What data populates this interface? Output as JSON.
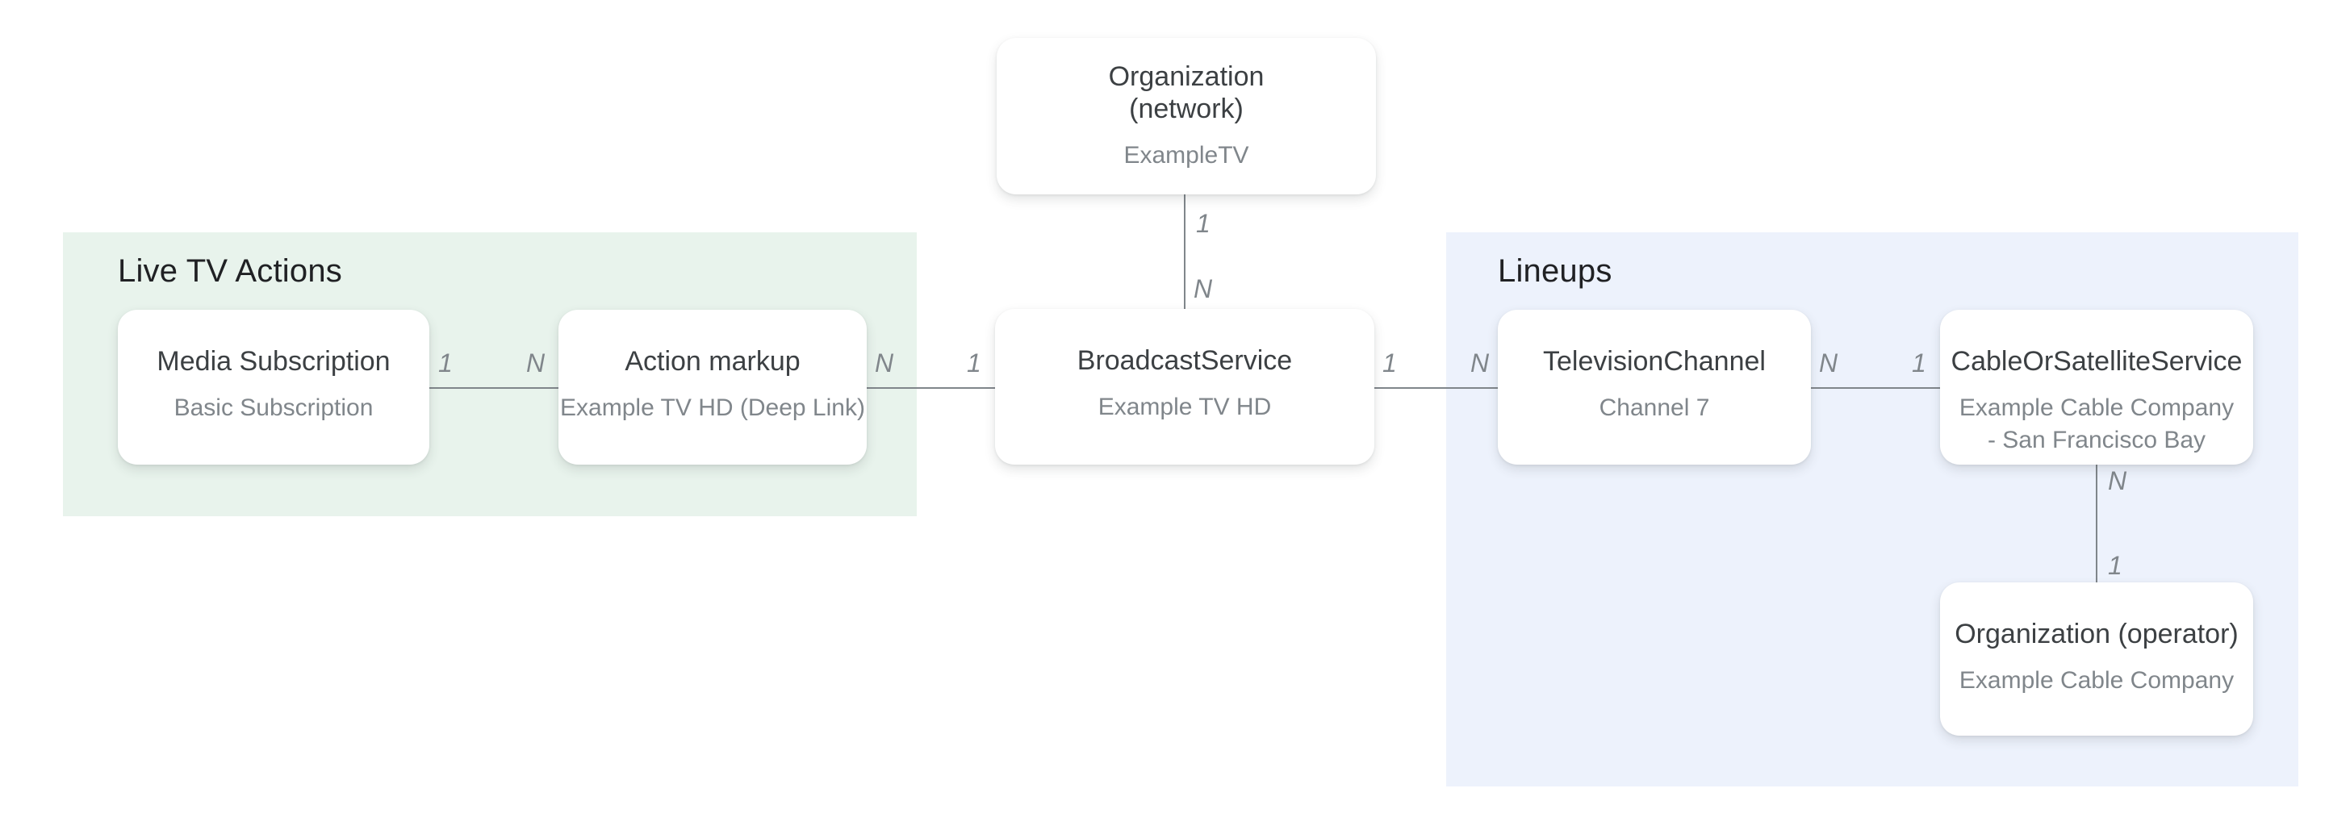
{
  "diagram": {
    "canvas_bg": "#ffffff",
    "groups": [
      {
        "label": "Live TV Actions",
        "bg": "#e8f3ec"
      },
      {
        "label": "Lineups",
        "bg": "#edf2fc"
      }
    ],
    "nodes": [
      {
        "title": "Organization (network)",
        "subtitle": "ExampleTV"
      },
      {
        "title": "Media Subscription",
        "subtitle": "Basic Subscription"
      },
      {
        "title": "Action markup",
        "subtitle": "Example TV HD (Deep Link)"
      },
      {
        "title": "BroadcastService",
        "subtitle": "Example TV HD"
      },
      {
        "title": "TelevisionChannel",
        "subtitle": "Channel 7"
      },
      {
        "title": "CableOrSatelliteService",
        "subtitle": "Example Cable Company - San Francisco Bay"
      },
      {
        "title": "Organization (operator)",
        "subtitle": "Example Cable Company"
      }
    ],
    "edges": [
      {
        "from": "Organization (network)",
        "to": "BroadcastService",
        "start_label": "1",
        "end_label": "N"
      },
      {
        "from": "Media Subscription",
        "to": "Action markup",
        "start_label": "1",
        "end_label": "N"
      },
      {
        "from": "Action markup",
        "to": "BroadcastService",
        "start_label": "N",
        "end_label": "1"
      },
      {
        "from": "BroadcastService",
        "to": "TelevisionChannel",
        "start_label": "1",
        "end_label": "N"
      },
      {
        "from": "TelevisionChannel",
        "to": "CableOrSatelliteService",
        "start_label": "N",
        "end_label": "1"
      },
      {
        "from": "CableOrSatelliteService",
        "to": "Organization (operator)",
        "start_label": "N",
        "end_label": "1"
      }
    ],
    "colors": {
      "node_bg": "#ffffff",
      "node_title": "#3c4043",
      "node_subtitle": "#80868b",
      "group_label": "#202124",
      "connector": "#80868b",
      "cardinality": "#80868b",
      "live_tv_group_bg": "#e8f3ec",
      "lineups_group_bg": "#edf2fc"
    }
  }
}
